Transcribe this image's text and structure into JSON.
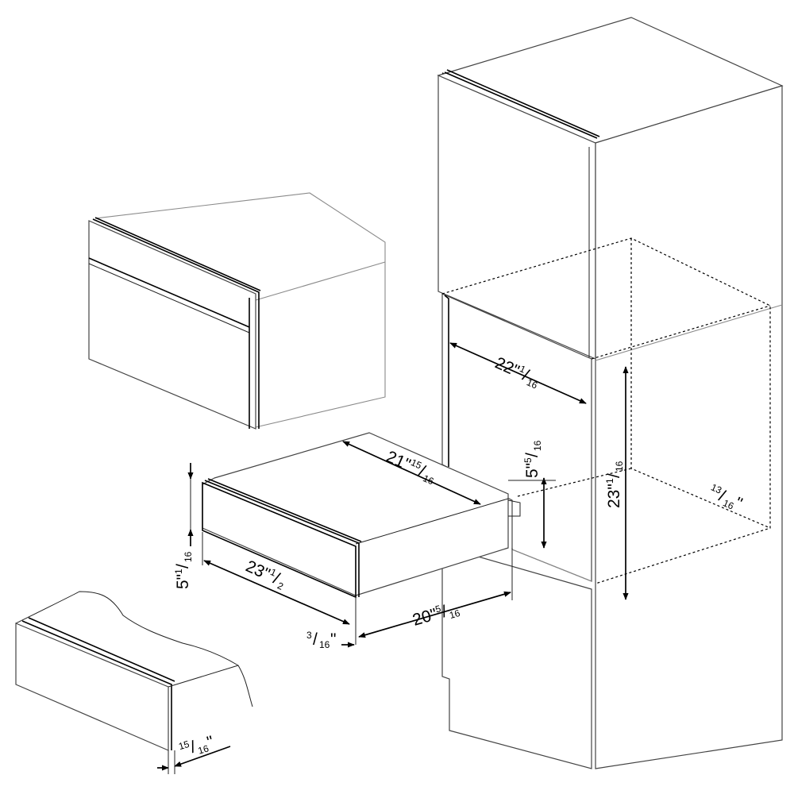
{
  "dimensions": {
    "cabinet_width": {
      "main": "22\"",
      "num": "1",
      "den": "16"
    },
    "cabinet_height": {
      "main": "23\"",
      "num": "1",
      "den": "16"
    },
    "cabinet_depth_offset": {
      "num": "13",
      "den": "16",
      "suffix": "\""
    },
    "niche_height": {
      "main": "5\"",
      "num": "5",
      "den": "16"
    },
    "drawer_depth": {
      "main": "21\"",
      "num": "15",
      "den": "16"
    },
    "drawer_front_width": {
      "main": "23\"",
      "num": "1",
      "den": "2"
    },
    "drawer_front_height": {
      "main": "5\"",
      "num": "1",
      "den": "16"
    },
    "drawer_body_width": {
      "main": "20\"",
      "num": "5",
      "den": "16"
    },
    "front_gap": {
      "num": "3",
      "den": "16",
      "suffix": "\""
    },
    "front_thickness": {
      "num": "15",
      "den": "16",
      "suffix": "\""
    }
  }
}
